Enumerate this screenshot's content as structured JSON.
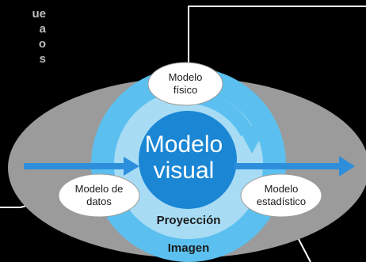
{
  "fragment_text": [
    "ue",
    "a",
    "o",
    "s"
  ],
  "nodes": {
    "modelo_fisico": [
      "Modelo",
      "físico"
    ],
    "modelo_datos": [
      "Modelo de",
      "datos"
    ],
    "modelo_estadistico": [
      "Modelo",
      "estadístico"
    ]
  },
  "center": [
    "Modelo",
    "visual"
  ],
  "ring_labels": {
    "proyeccion": "Proyección",
    "imagen": "Imagen"
  },
  "colors": {
    "background": "#000000",
    "ellipse": "#9b9b9b",
    "outer_ring": "#5bc0ef",
    "inner_ring": "#a8dcf5",
    "core": "#1a86d4",
    "arrow": "#2d8fdc",
    "node_fill": "#ffffff"
  }
}
